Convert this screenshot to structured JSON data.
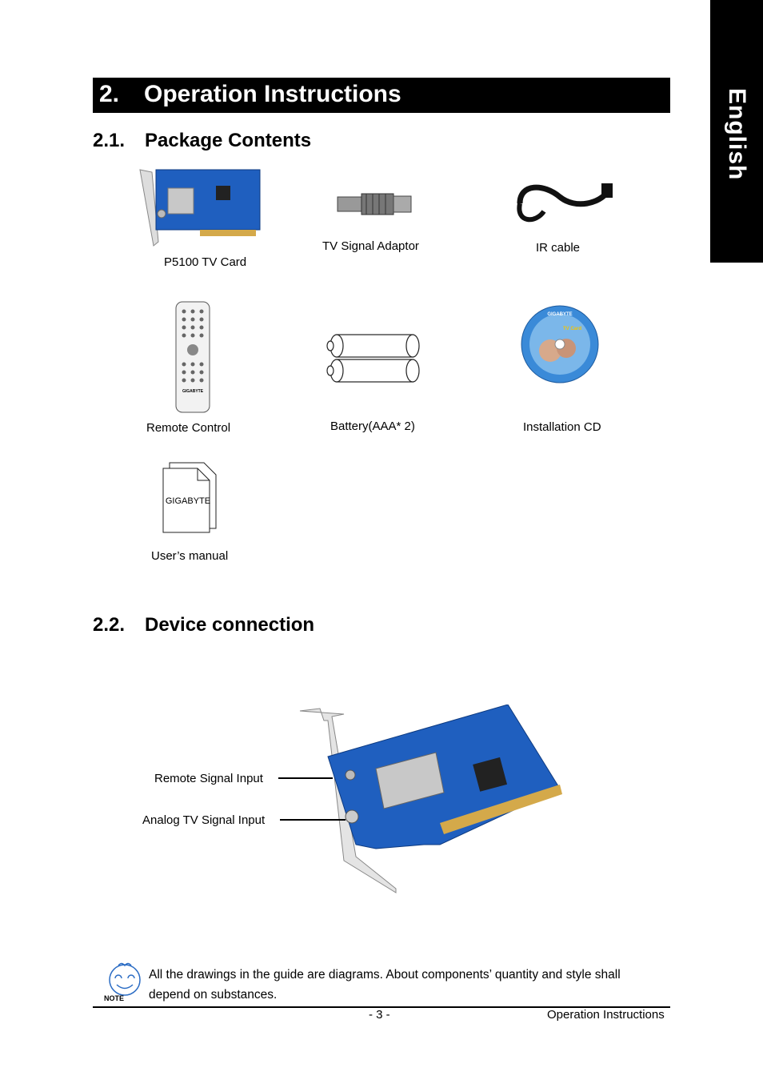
{
  "side_tab": {
    "label": "English"
  },
  "section": {
    "number": "2.",
    "title": "Operation Instructions"
  },
  "package": {
    "number": "2.1.",
    "title": "Package Contents",
    "items": [
      {
        "caption": "P5100 TV Card",
        "icon": "tv-card-icon"
      },
      {
        "caption": "TV Signal Adaptor",
        "icon": "adaptor-icon"
      },
      {
        "caption": "IR cable",
        "icon": "cable-icon"
      },
      {
        "caption": "Remote Control",
        "icon": "remote-icon"
      },
      {
        "caption": "Battery(AAA* 2)",
        "icon": "battery-icon"
      },
      {
        "caption": "Installation CD",
        "icon": "cd-icon"
      },
      {
        "caption": "User’s manual",
        "icon": "manual-icon"
      }
    ],
    "manual_label": "GIGABYTE",
    "remote_brand": "GIGABYTE",
    "cd_brand": "GIGABYTE",
    "cd_product": "TV Card"
  },
  "device": {
    "number": "2.2.",
    "title": "Device  connection",
    "callouts": [
      "Remote Signal Input",
      "Analog TV Signal Input"
    ]
  },
  "note": {
    "label": "NOTE",
    "text": "All the drawings in the guide are diagrams. About components’ quantity and style shall depend on substances."
  },
  "footer": {
    "page": "- 3 -",
    "section": "Operation Instructions"
  },
  "colors": {
    "accent": "#000000",
    "pcb": "#1f5fbf",
    "cd": "#3a8ad8"
  }
}
